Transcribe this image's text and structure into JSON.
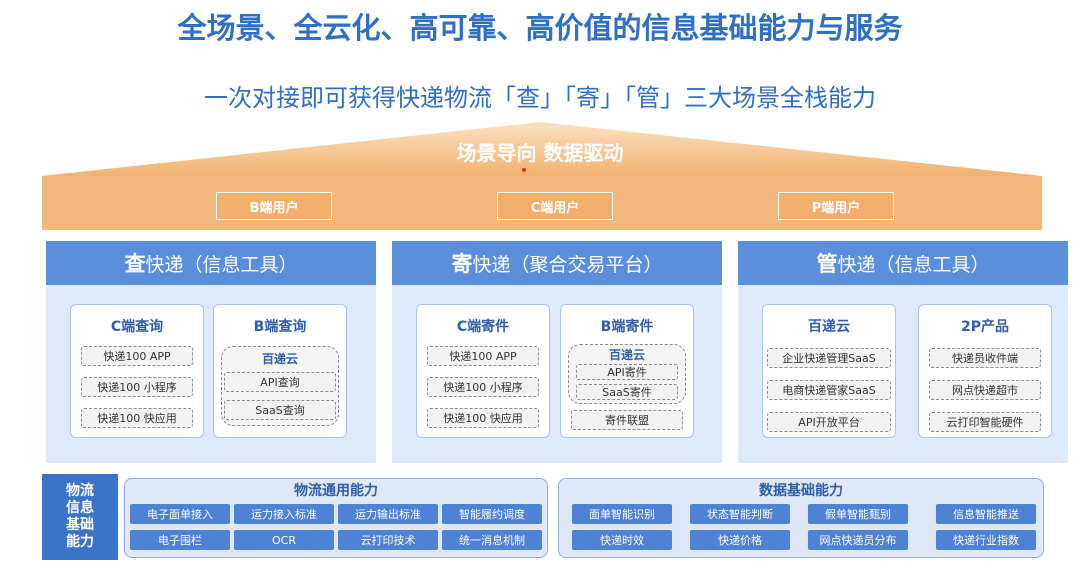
{
  "header": {
    "title": "全场景、全云化、高可靠、高价值的信息基础能力与服务",
    "subtitle": "一次对接即可获得快递物流「查」「寄」「管」三大场景全栈能力"
  },
  "roof": {
    "label": "场景导向 数据驱动"
  },
  "users": [
    "B端用户",
    "C端用户",
    "P端用户"
  ],
  "panels": [
    {
      "head_big": "查",
      "head_rest": "快递（信息工具）",
      "cards": [
        {
          "title": "C端查询",
          "items": [
            "快递100 APP",
            "快递100 小程序",
            "快递100 快应用"
          ]
        },
        {
          "title": "B端查询",
          "sub_title": "百递云",
          "sub_items": [
            "API查询",
            "SaaS查询"
          ]
        }
      ]
    },
    {
      "head_big": "寄",
      "head_rest": "快递（聚合交易平台）",
      "cards": [
        {
          "title": "C端寄件",
          "items": [
            "快递100 APP",
            "快递100 小程序",
            "快递100 快应用"
          ]
        },
        {
          "title": "B端寄件",
          "sub_title": "百递云",
          "sub_items": [
            "API寄件",
            "SaaS寄件"
          ],
          "extra": "寄件联盟"
        }
      ]
    },
    {
      "head_big": "管",
      "head_rest": "快递（信息工具）",
      "cards": [
        {
          "title": "百递云",
          "items": [
            "企业快递管理SaaS",
            "电商快递管家SaaS",
            "API开放平台"
          ]
        },
        {
          "title": "2P产品",
          "items": [
            "快递员收件端",
            "网点快递超市",
            "云打印智能硬件"
          ]
        }
      ]
    }
  ],
  "capabilities": {
    "left_label": [
      "物流",
      "信息",
      "基础",
      "能力"
    ],
    "logistics": {
      "title": "物流通用能力",
      "items": [
        "电子面单接入",
        "运力接入标准",
        "运力输出标准",
        "智能履约调度",
        "电子围栏",
        "OCR",
        "云打印技术",
        "统一消息机制"
      ]
    },
    "data": {
      "title": "数据基础能力",
      "items": [
        "面单智能识别",
        "状态智能判断",
        "假单智能甄别",
        "信息智能推送",
        "快递时效",
        "快递价格",
        "网点快递员分布",
        "快递行业指数"
      ]
    }
  },
  "colors": {
    "blue": "#2f6fc4",
    "orange": "#f3b77c",
    "panel_head": "#5b8fdc"
  }
}
